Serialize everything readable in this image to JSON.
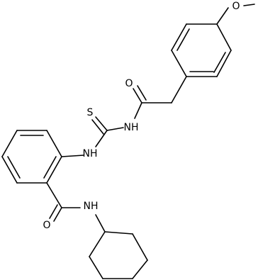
{
  "labels": {
    "methoxy_o": "O",
    "amide_o_upper": "O",
    "thio_s": "S",
    "thio_nh_right": "NH",
    "thio_nh_left": "NH",
    "amide_o_lower": "O",
    "amide_nh_lower": "NH"
  }
}
